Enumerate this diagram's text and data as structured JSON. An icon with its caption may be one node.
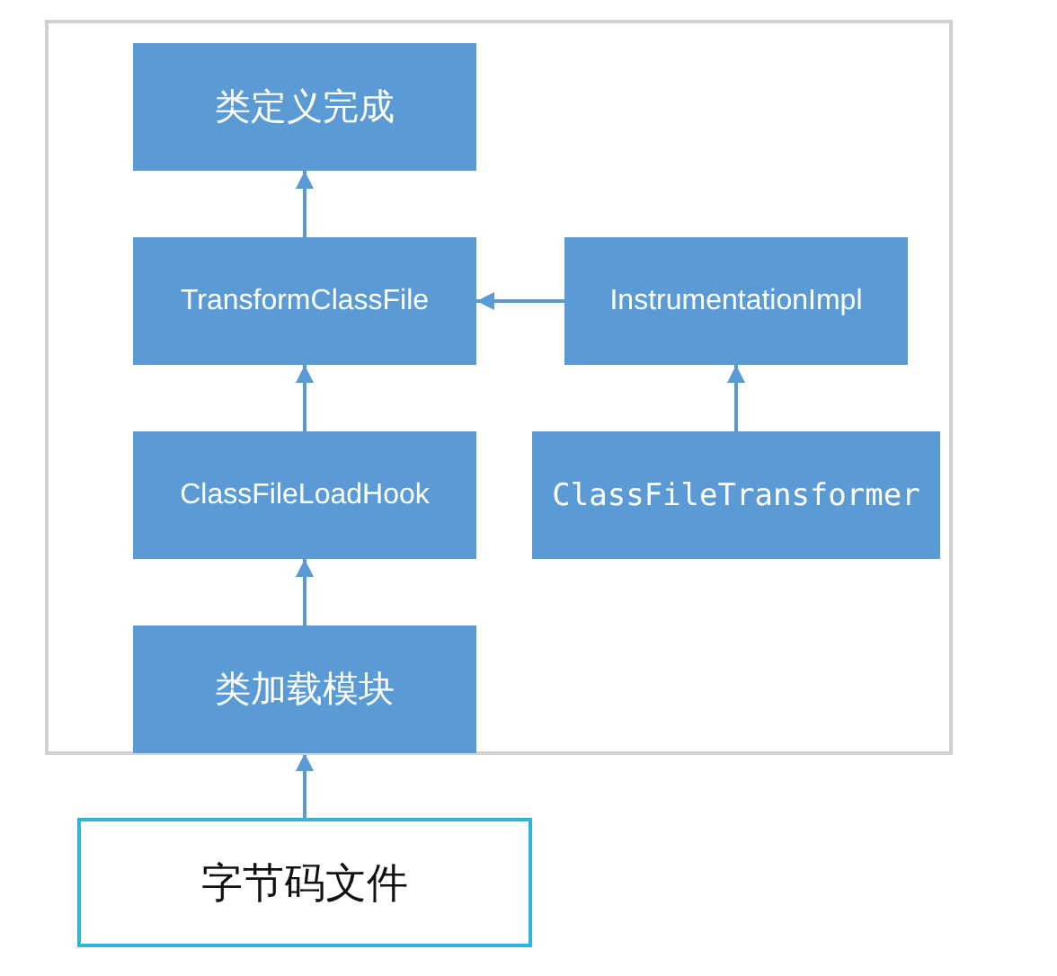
{
  "diagram": {
    "nodes": [
      {
        "text": [],
        "shape": "box"
      },
      {
        "text": [
          "类定义完成"
        ],
        "in": 0
      },
      {
        "text": [
          "TransformClassFile"
        ],
        "in": 0
      },
      {
        "text": [
          "InstrumentationImpl"
        ],
        "in": 0
      },
      {
        "text": [
          "ClassFileLoadHook"
        ],
        "in": 0
      },
      {
        "text": [
          "ClassFileTransformer"
        ],
        "in": 0
      },
      {
        "text": [
          "类加载模块"
        ],
        "in": 0
      },
      {
        "text": [
          "字节码文件"
        ]
      }
    ],
    "edges": [
      {
        "from": 2,
        "to": 1,
        "arrow": "to"
      },
      {
        "from": 3,
        "to": 2,
        "arrow": "to"
      },
      {
        "from": 4,
        "to": 2,
        "arrow": "to"
      },
      {
        "from": 5,
        "to": 3,
        "arrow": "to"
      },
      {
        "from": 6,
        "to": 4,
        "arrow": "to"
      },
      {
        "from": 7,
        "to": 6,
        "arrow": "to"
      }
    ]
  }
}
